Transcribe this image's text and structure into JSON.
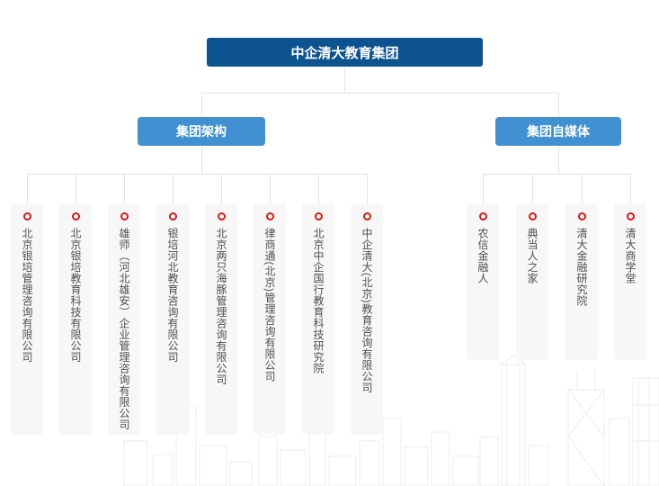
{
  "org": {
    "root": "中企清大教育集团",
    "branches": [
      {
        "label": "集团架构",
        "children": [
          "北京银培管理咨询有限公司",
          "北京银培教育科技有限公司",
          "雄师（河北雄安）企业管理咨询有限公司",
          "银培河北教育咨询有限公司",
          "北京两只海豚管理咨询有限公司",
          "律商通(北京)管理咨询有限公司",
          "北京中企国行教育科技研究院",
          "中企清大(北京)教育咨询有限公司"
        ]
      },
      {
        "label": "集团自媒体",
        "children": [
          "农信金融人",
          "典当人之家",
          "清大金融研究院",
          "清大商学堂"
        ]
      }
    ]
  },
  "colors": {
    "root_box": "#0d5390",
    "branch_box": "#4191d2",
    "leaf_marker": "#dc1414",
    "leaf_bg": "#f7f7f8",
    "leaf_text": "#4f4f4f",
    "connector": "#e3e3e3",
    "skyline": "#ededed"
  },
  "icons": {
    "leaf_marker": "ring-icon",
    "background": "city-skyline-watermark"
  }
}
